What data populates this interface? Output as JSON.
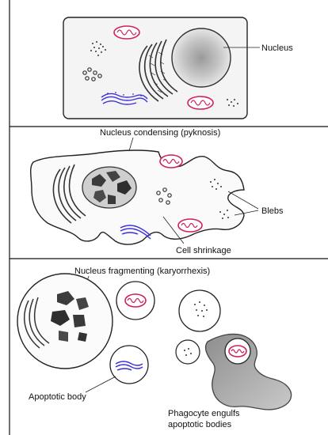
{
  "panels": [
    {
      "labels": {
        "nucleus": "Nucleus"
      }
    },
    {
      "labels": {
        "nucleus_condensing": "Nucleus condensing (pyknosis)",
        "blebs": "Blebs",
        "cell_shrinkage": "Cell shrinkage"
      }
    },
    {
      "labels": {
        "nucleus_fragmenting": "Nucleus fragmenting (karyorrhexis)",
        "apoptotic_body": "Apoptotic body",
        "phagocyte_line1": "Phagocyte engulfs",
        "phagocyte_line2": "apoptotic bodies"
      }
    }
  ],
  "colors": {
    "mitochondria": "#d0205a",
    "er_blue": "#3a2fd8",
    "membrane": "#222222"
  }
}
